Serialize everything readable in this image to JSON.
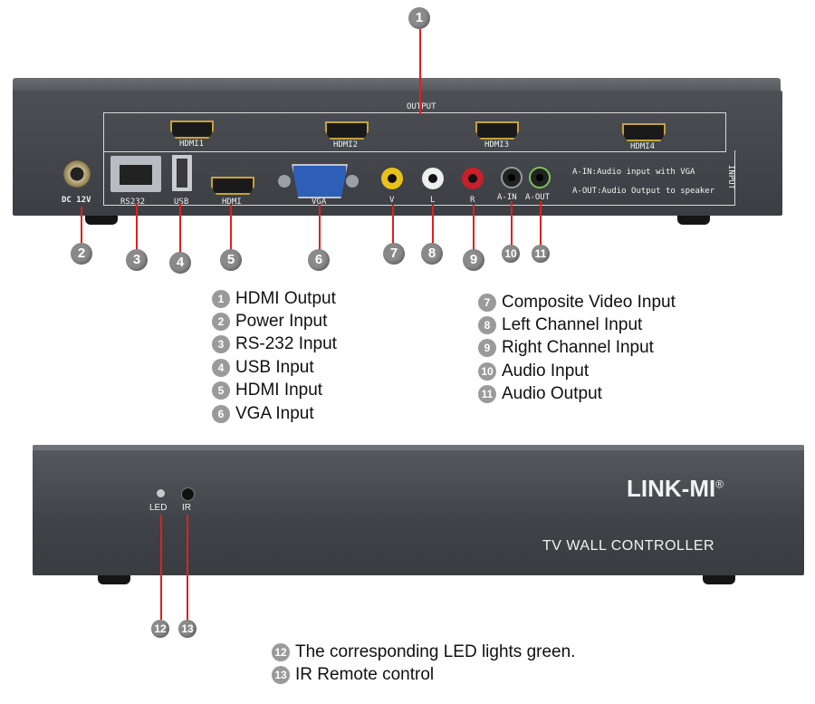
{
  "rear_panel": {
    "output_label": "OUTPUT",
    "input_label": "INPUT",
    "hdmi_outputs": [
      "HDMI1",
      "HDMI2",
      "HDMI3",
      "HDMI4"
    ],
    "port_labels": {
      "dc": "DC 12V",
      "rs232": "RS232",
      "usb": "USB",
      "hdmi_in": "HDMI",
      "vga": "VGA",
      "v": "V",
      "l": "L",
      "r": "R",
      "a_in": "A-IN",
      "a_out": "A-OUT"
    },
    "notes": [
      "A-IN:Audio input with VGA",
      "A-OUT:Audio Output to speaker"
    ]
  },
  "markers": [
    "1",
    "2",
    "3",
    "4",
    "5",
    "6",
    "7",
    "8",
    "9",
    "10",
    "11",
    "12",
    "13"
  ],
  "legend_left": [
    {
      "num": "1",
      "text": "HDMI Output"
    },
    {
      "num": "2",
      "text": "Power Input"
    },
    {
      "num": "3",
      "text": "RS-232  Input"
    },
    {
      "num": "4",
      "text": "USB  Input"
    },
    {
      "num": "5",
      "text": "HDMI Input"
    },
    {
      "num": "6",
      "text": "VGA Input"
    }
  ],
  "legend_right": [
    {
      "num": "7",
      "text": "Composite Video  Input"
    },
    {
      "num": "8",
      "text": "Left Channel  Input"
    },
    {
      "num": "9",
      "text": "Right Channel  Input"
    },
    {
      "num": "10",
      "text": "Audio  Input"
    },
    {
      "num": "11",
      "text": "Audio Output"
    }
  ],
  "front_panel": {
    "brand": "LINK-MI",
    "registered": "®",
    "product": "TV WALL CONTROLLER",
    "led_label": "LED",
    "ir_label": "IR"
  },
  "legend_bottom": [
    {
      "num": "12",
      "text": "The corresponding LED lights green."
    },
    {
      "num": "13",
      "text": "IR Remote control"
    }
  ],
  "colors": {
    "callout_line": "#e02020",
    "marker": "#8a8a8a",
    "chassis": "#424549",
    "hdmi_gold": "#c8a23a",
    "vga_blue": "#2e5fb8",
    "rca_yellow": "#e8c21a",
    "rca_white": "#eeeeee",
    "rca_red": "#c8202a",
    "jack_green": "#7fc25a"
  }
}
